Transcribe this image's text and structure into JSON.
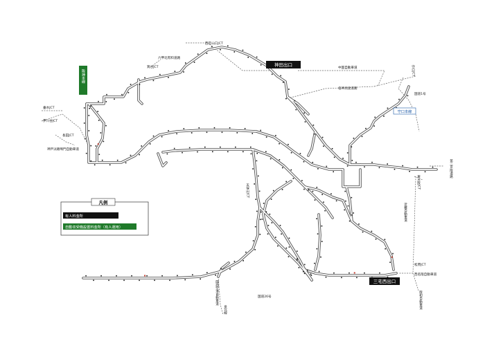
{
  "labels": {
    "nishikyo_jct": "西宮山口JCT",
    "rokko_kita": "六甲北有料道路",
    "kobe_jct": "箕谷JCT",
    "chugoku_road": "中国自動車道",
    "hanshin_road": "名神高速道路",
    "moriguchi_jct": "守口JCT",
    "kokudo_1": "国道1号",
    "tarumi_jct": "垂水JCT",
    "ikawadani_jct": "伊川谷JCT",
    "nagata_jct": "長田JCT",
    "kobe_awaji": "神戸淡路鳴門自動車道",
    "higashiosaka_jct": "東大阪JCT",
    "kinki_road": "近畿自動車道",
    "daini_keihan": "第二京阪道路",
    "tennoji_jct": "天保山JCT",
    "matsubara_jct": "松原JCT",
    "nishi_meihan": "西名阪自動車道",
    "hanwa_road": "阪和自動車道",
    "kansai_road": "関西空港自動車道",
    "kokudo_26": "国道26号",
    "sakai_road": "泉北線"
  },
  "badges": {
    "hanshin_honsen": "阪神本線",
    "kanda_exit": "神田出口",
    "moriguchi_line": "守口本線",
    "mihara_exit": "三宅西出口"
  },
  "legend": {
    "title": "凡例",
    "manned": "有人料金所",
    "etc_only": "自動収受機設置料金所（有人運用）"
  },
  "colors": {
    "road_outline": "#555555",
    "road_fill": "#ffffff",
    "badge_black": "#111111",
    "badge_green": "#1f7a2a",
    "badge_white_border": "#1d5aa8",
    "toll_marker": "#111111",
    "toll_marker_red": "#c0392b"
  },
  "icons": {
    "toll_booth": "toll-booth-marker-icon",
    "junction": "junction-icon"
  }
}
